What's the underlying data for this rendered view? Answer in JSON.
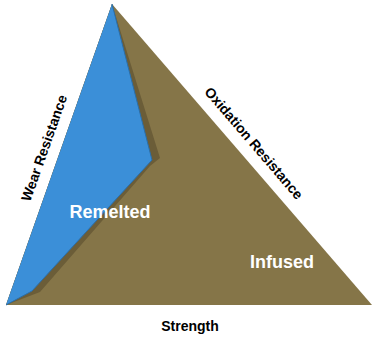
{
  "diagram": {
    "nodes": [
      {
        "text": [
          "Remelted"
        ]
      },
      {
        "text": [
          "Infused"
        ]
      }
    ],
    "labels": [
      "Wear Resistance",
      "Oxidation Resistance",
      "Strength"
    ]
  }
}
